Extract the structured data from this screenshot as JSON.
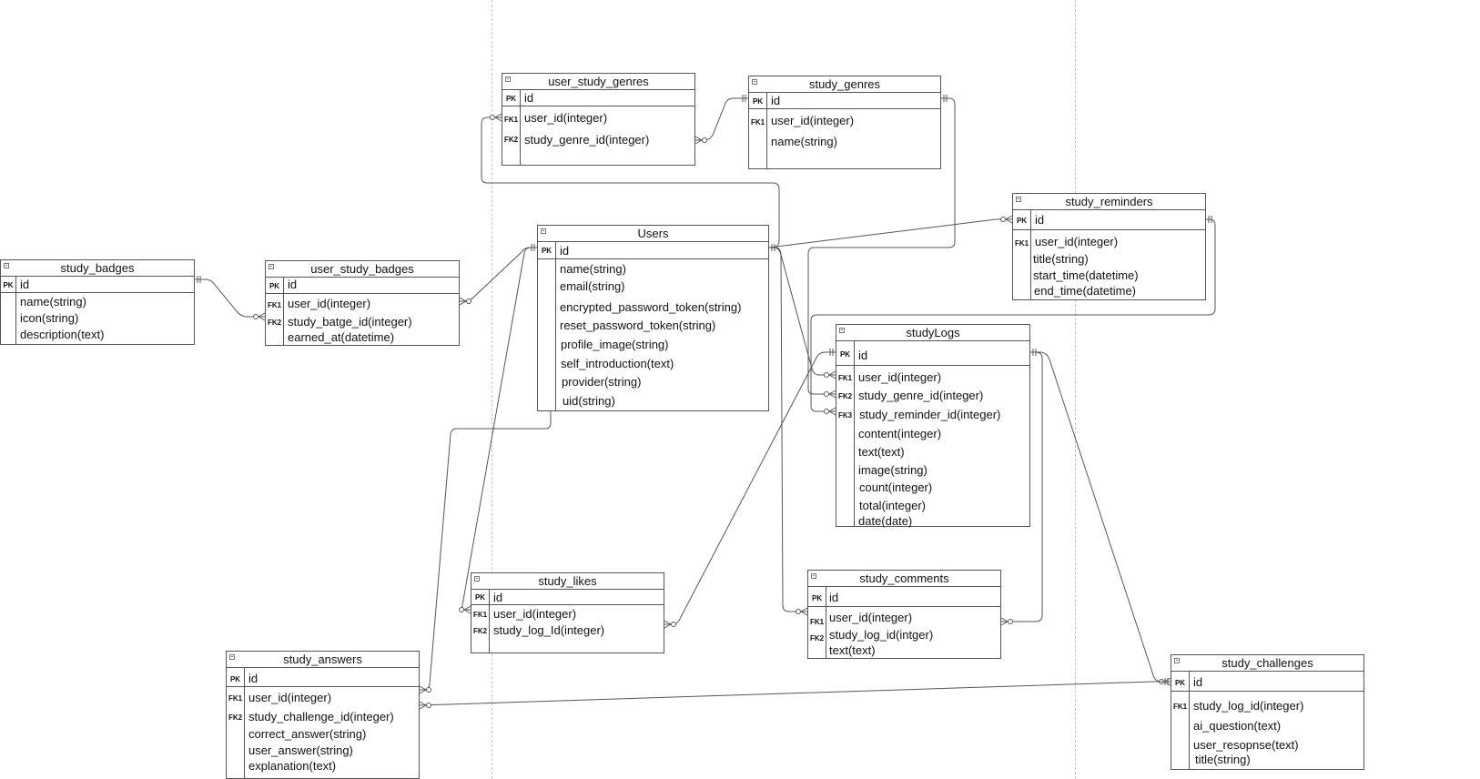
{
  "diagram": {
    "tables": [
      {
        "id": "user_study_genres",
        "title": "user_study_genres",
        "keys": [
          "PK",
          "FK1",
          "FK2"
        ],
        "fields": [
          "id",
          "user_id(integer)",
          "study_genre_id(integer)"
        ]
      },
      {
        "id": "study_genres",
        "title": "study_genres",
        "keys": [
          "PK",
          "FK1"
        ],
        "fields": [
          "id",
          "user_id(integer)",
          "name(string)"
        ]
      },
      {
        "id": "study_reminders",
        "title": "study_reminders",
        "keys": [
          "PK",
          "FK1"
        ],
        "fields": [
          "id",
          "user_id(integer)",
          "title(string)",
          "start_time(datetime)",
          "end_time(datetime)"
        ]
      },
      {
        "id": "study_badges",
        "title": "study_badges",
        "keys": [
          "PK"
        ],
        "fields": [
          "id",
          "name(string)",
          "icon(string)",
          "description(text)"
        ]
      },
      {
        "id": "user_study_badges",
        "title": "user_study_badges",
        "keys": [
          "PK",
          "FK1",
          "FK2"
        ],
        "fields": [
          "id",
          "user_id(integer)",
          "study_batge_id(integer)",
          "earned_at(datetime)"
        ]
      },
      {
        "id": "users",
        "title": "Users",
        "keys": [
          "PK"
        ],
        "fields": [
          "id",
          "name(string)",
          "email(string)",
          "encrypted_password_token(string)",
          "reset_password_token(string)",
          "profile_image(string)",
          "self_introduction(text)",
          "provider(string)",
          "uid(string)"
        ]
      },
      {
        "id": "study_logs",
        "title": "studyLogs",
        "keys": [
          "PK",
          "FK1",
          "FK2",
          "FK3"
        ],
        "fields": [
          "id",
          "user_id(integer)",
          "study_genre_id(integer)",
          "study_reminder_id(integer)",
          "content(integer)",
          "text(text)",
          "image(string)",
          "count(integer)",
          "total(integer)",
          "date(date)"
        ]
      },
      {
        "id": "study_likes",
        "title": "study_likes",
        "keys": [
          "PK",
          "FK1",
          "FK2"
        ],
        "fields": [
          "id",
          "user_id(integer)",
          "study_log_Id(integer)"
        ]
      },
      {
        "id": "study_comments",
        "title": "study_comments",
        "keys": [
          "PK",
          "FK1",
          "FK2"
        ],
        "fields": [
          "id",
          "user_id(integer)",
          "study_log_id(intger)",
          "text(text)"
        ]
      },
      {
        "id": "study_answers",
        "title": "study_answers",
        "keys": [
          "PK",
          "FK1",
          "FK2"
        ],
        "fields": [
          "id",
          "user_id(integer)",
          "study_challenge_id(integer)",
          "correct_answer(string)",
          "user_answer(string)",
          "explanation(text)"
        ]
      },
      {
        "id": "study_challenges",
        "title": "study_challenges",
        "keys": [
          "PK",
          "FK1"
        ],
        "fields": [
          "id",
          "study_log_id(integer)",
          "ai_question(text)",
          "user_resopnse(text)",
          "title(string)"
        ]
      }
    ]
  }
}
